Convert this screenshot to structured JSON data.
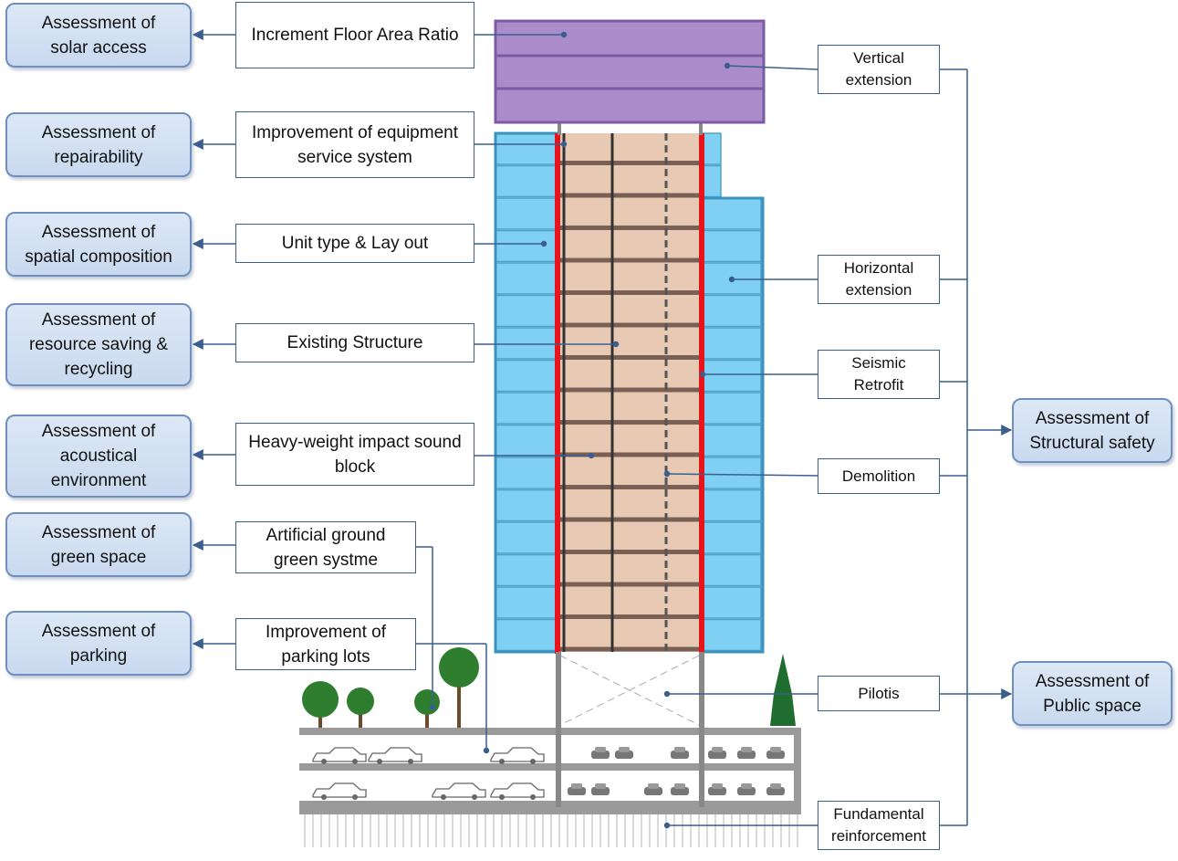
{
  "left_assessments": [
    {
      "id": "solar",
      "text": "Assessment of\nsolar access"
    },
    {
      "id": "repair",
      "text": "Assessment of\nrepairability"
    },
    {
      "id": "spatial",
      "text": "Assessment of\nspatial composition"
    },
    {
      "id": "resource",
      "text": "Assessment of\nresource saving &\nrecycling"
    },
    {
      "id": "acoustic",
      "text": "Assessment of\nacoustical\nenvironment"
    },
    {
      "id": "green",
      "text": "Assessment of\ngreen space"
    },
    {
      "id": "parking",
      "text": "Assessment of\nparking"
    }
  ],
  "center_labels": [
    {
      "id": "far",
      "text": "Increment Floor Area Ratio"
    },
    {
      "id": "equipment",
      "text": "Improvement of equipment\nservice system"
    },
    {
      "id": "unit",
      "text": "Unit type & Lay out"
    },
    {
      "id": "structure",
      "text": "Existing Structure"
    },
    {
      "id": "sound",
      "text": "Heavy-weight impact sound\nblock"
    },
    {
      "id": "artificial",
      "text": "Artificial ground\ngreen systme"
    },
    {
      "id": "parkinglots",
      "text": "Improvement of\nparking lots"
    }
  ],
  "right_labels": [
    {
      "id": "vertical",
      "text": "Vertical\nextension"
    },
    {
      "id": "horizontal",
      "text": "Horizontal\nextension"
    },
    {
      "id": "seismic",
      "text": "Seismic\nRetrofit"
    },
    {
      "id": "demolition",
      "text": "Demolition"
    },
    {
      "id": "pilotis",
      "text": "Pilotis"
    },
    {
      "id": "fundamental",
      "text": "Fundamental\nreinforcement"
    }
  ],
  "right_assessments": [
    {
      "id": "structural",
      "text": "Assessment of\nStructural safety"
    },
    {
      "id": "public",
      "text": "Assessment of\nPublic space"
    }
  ],
  "colors": {
    "vertical_extension": "#a98cc9",
    "horizontal_extension": "#7fd0f2",
    "existing_structure": "#e7c9b4",
    "seismic_retrofit": "#e8141b",
    "connector": "#3a5f8f",
    "slab": "#9a9a9a"
  }
}
